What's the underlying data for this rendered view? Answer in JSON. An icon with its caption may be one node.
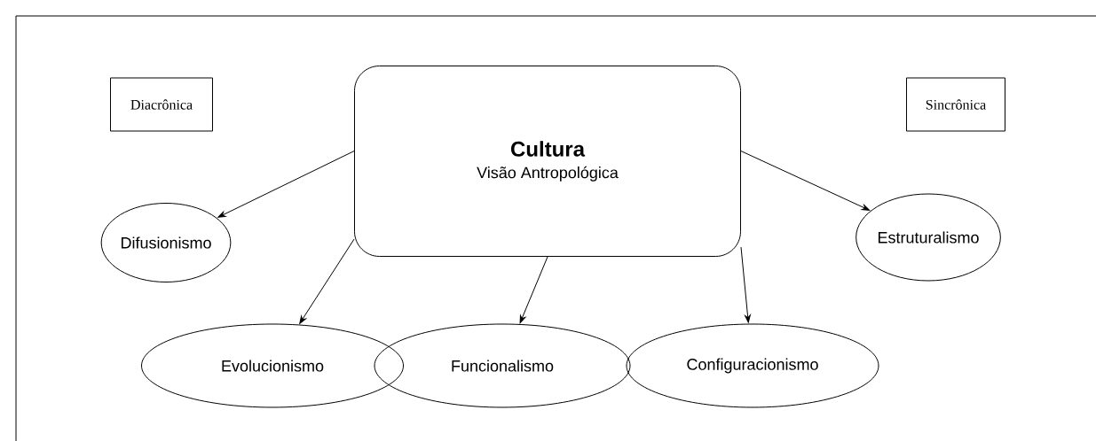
{
  "diagram": {
    "nodes": [
      {
        "text": [
          "Diacrônica"
        ]
      },
      {
        "text": [
          "Sincrônica"
        ]
      },
      {
        "text": [
          "Cultura",
          "Visão Antropológica"
        ]
      },
      {
        "text": [
          "Difusionismo"
        ]
      },
      {
        "text": [
          "Estruturalismo"
        ]
      },
      {
        "text": [
          "Evolucionismo"
        ]
      },
      {
        "text": [
          "Funcionalismo"
        ]
      },
      {
        "text": [
          "Configuracionismo"
        ]
      }
    ],
    "edges": [
      {
        "from": 2,
        "to": 3,
        "arrow": "to"
      },
      {
        "from": 2,
        "to": 4,
        "arrow": "to"
      },
      {
        "from": 2,
        "to": 5,
        "arrow": "to"
      },
      {
        "from": 2,
        "to": 6,
        "arrow": "to"
      },
      {
        "from": 2,
        "to": 7,
        "arrow": "to"
      }
    ]
  }
}
